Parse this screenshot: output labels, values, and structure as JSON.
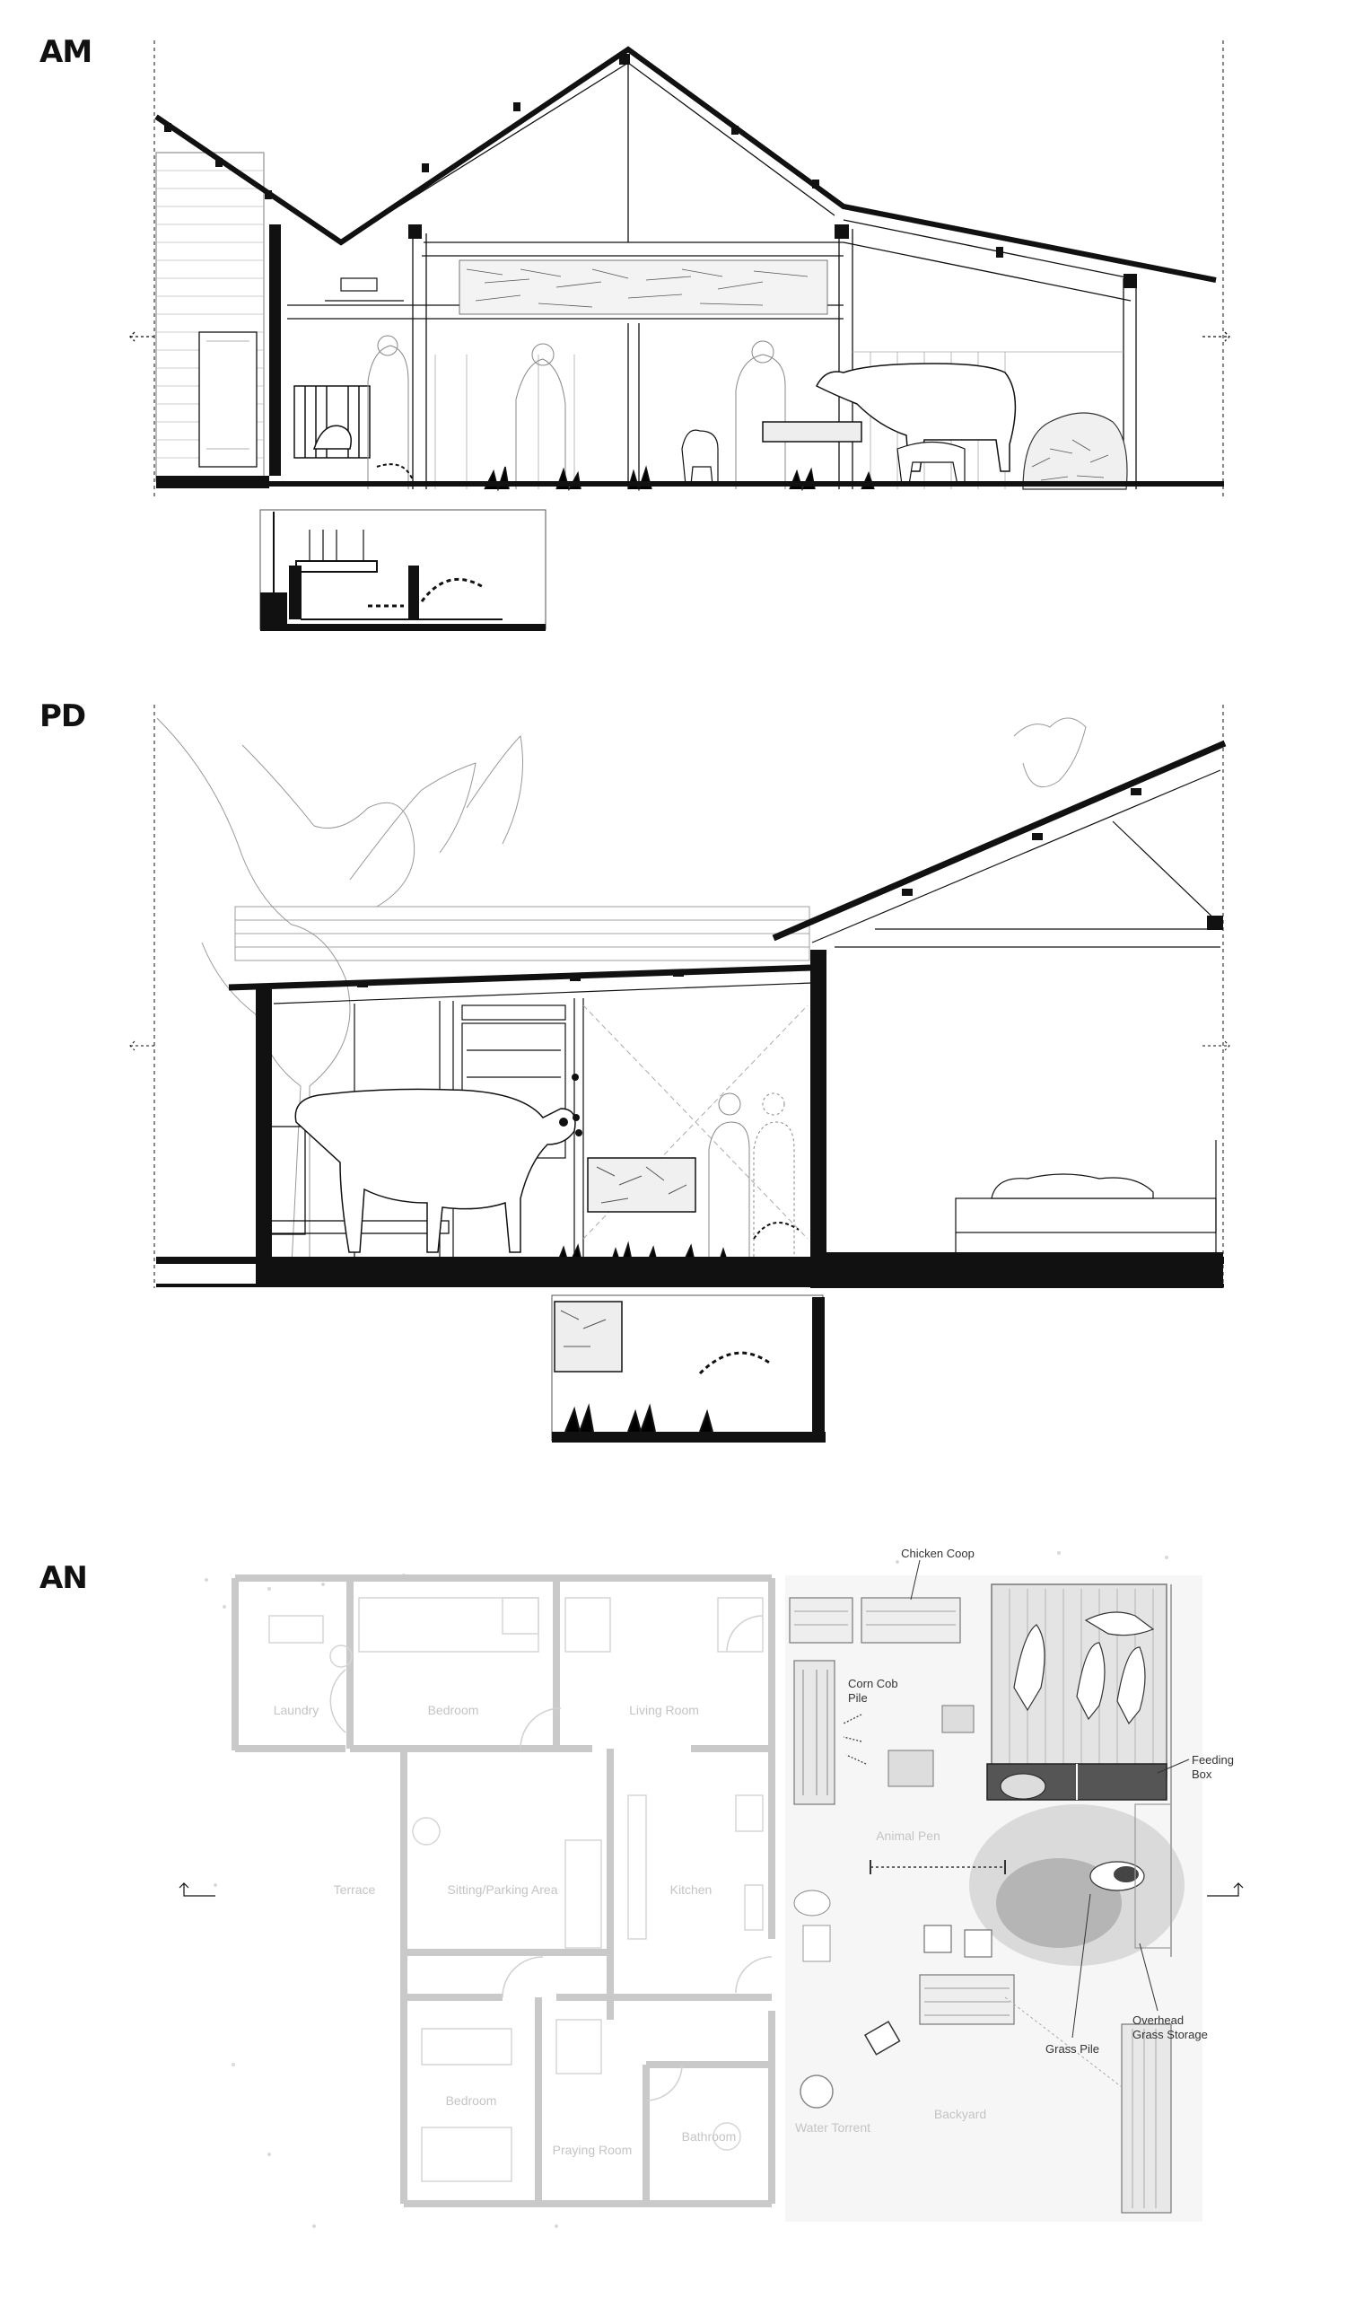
{
  "sections": {
    "am": {
      "label": "AM"
    },
    "pd": {
      "label": "PD"
    },
    "an": {
      "label": "AN"
    }
  },
  "plan": {
    "rooms": {
      "laundry": "Laundry",
      "bedroom_top": "Bedroom",
      "living_room": "Living Room",
      "terrace": "Terrace",
      "sitting_parking": "Sitting/Parking Area",
      "kitchen": "Kitchen",
      "animal_pen": "Animal Pen",
      "bedroom_bottom": "Bedroom",
      "praying_room": "Praying Room",
      "bathroom": "Bathroom",
      "water_torrent": "Water Torrent",
      "backyard": "Backyard"
    },
    "annotations": {
      "chicken_coop": "Chicken Coop",
      "corn_cob_line1": "Corn Cob",
      "corn_cob_line2": "Pile",
      "feeding_box_line1": "Feeding",
      "feeding_box_line2": "Box",
      "grass_pile": "Grass Pile",
      "overhead_line1": "Overhead",
      "overhead_line2": "Grass Storage"
    }
  },
  "colors": {
    "ink": "#111111",
    "faint": "#c8c8c8",
    "texture": "#9a9a9a"
  }
}
